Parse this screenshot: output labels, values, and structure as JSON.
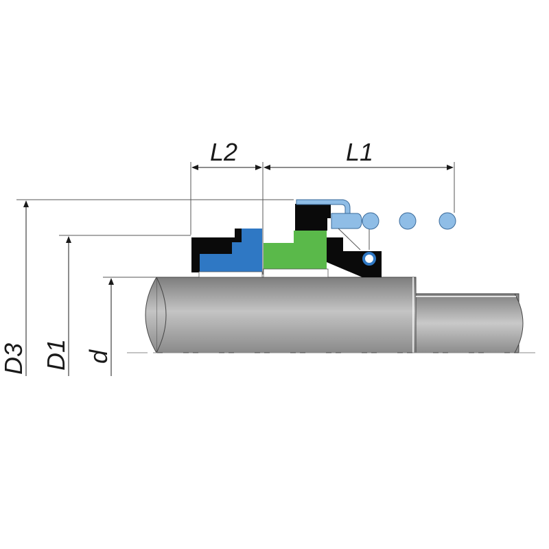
{
  "dimensions": {
    "L1": "L1",
    "L2": "L2",
    "D3": "D3",
    "D1": "D1",
    "d": "d"
  },
  "colors": {
    "seat_blue": "#2f78c4",
    "face_green": "#5ab94a",
    "spring_light_blue": "#8fbde6",
    "rubber_black": "#0a0a0a",
    "shaft_grey": "#9a9a9a",
    "line": "#555555"
  }
}
